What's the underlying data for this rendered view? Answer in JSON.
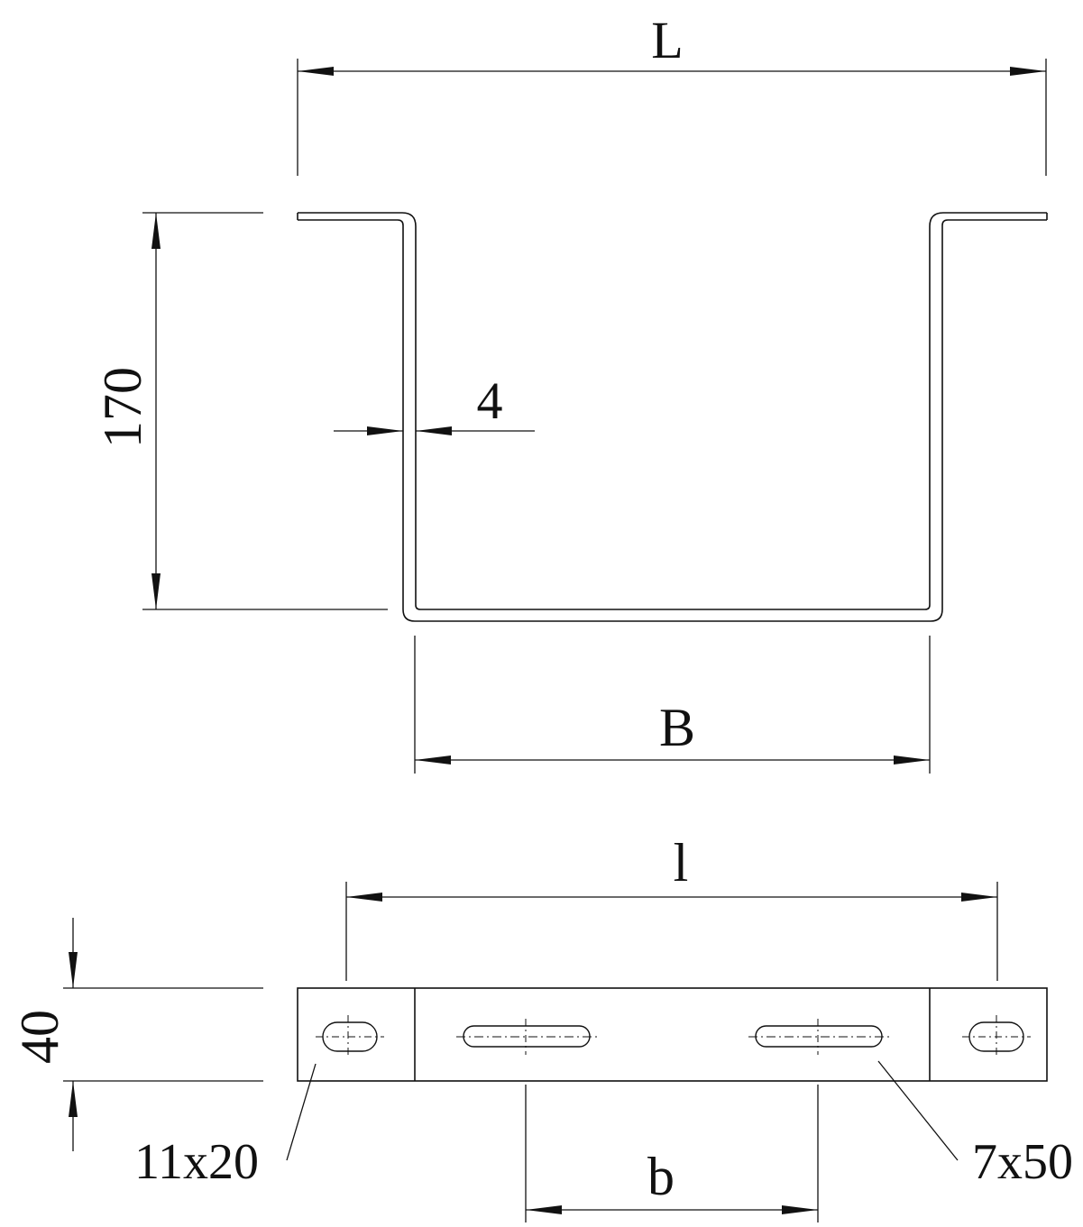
{
  "labels": {
    "L": "L",
    "height": "170",
    "thickness": "4",
    "B": "B",
    "l": "l",
    "width": "40",
    "slot_small": "11x20",
    "slot_long": "7x50",
    "b": "b"
  },
  "colors": {
    "line": "#111111",
    "background": "#ffffff"
  }
}
